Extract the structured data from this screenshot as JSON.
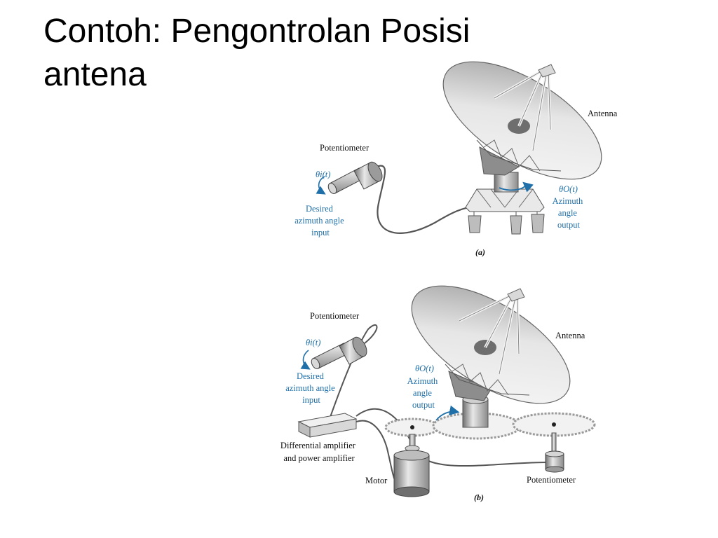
{
  "slide": {
    "title": "Contoh: Pengontrolan Posisi\nantena"
  },
  "figure_a": {
    "antenna_label": "Antenna",
    "potentiometer_label": "Potentiometer",
    "theta_i": "θi(t)",
    "input_label": [
      "Desired",
      "azimuth angle",
      "input"
    ],
    "theta_o": "θO(t)",
    "output_label": [
      "Azimuth",
      "angle",
      "output"
    ],
    "caption": "(a)"
  },
  "figure_b": {
    "antenna_label": "Antenna",
    "potentiometer_top_label": "Potentiometer",
    "theta_i": "θi(t)",
    "input_label": [
      "Desired",
      "azimuth angle",
      "input"
    ],
    "theta_o": "θO(t)",
    "output_label": [
      "Azimuth",
      "angle",
      "output"
    ],
    "amplifier_label": [
      "Differential amplifier",
      "and power amplifier"
    ],
    "motor_label": "Motor",
    "potentiometer_bottom_label": "Potentiometer",
    "caption": "(b)"
  },
  "colors": {
    "label_blue": "#1f6fa8",
    "dish_gray": "#cfcfcf"
  }
}
